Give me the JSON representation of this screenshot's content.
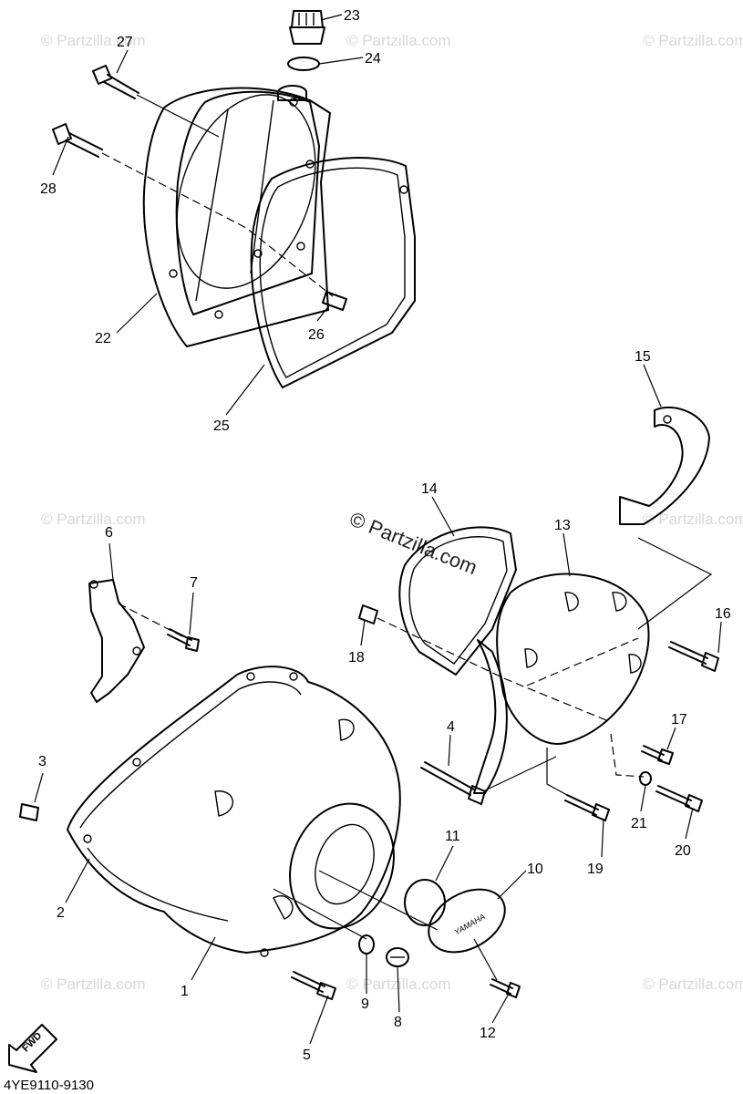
{
  "watermark": "© Partzilla.com",
  "diagram_code": "4YE9110-9130",
  "fwd_label": "FWD",
  "cover_brand": "YAMAHA",
  "callouts": {
    "c1": "1",
    "c2": "2",
    "c3": "3",
    "c4": "4",
    "c5": "5",
    "c6": "6",
    "c7": "7",
    "c8": "8",
    "c9": "9",
    "c10": "10",
    "c11": "11",
    "c12": "12",
    "c13": "13",
    "c14": "14",
    "c15": "15",
    "c16": "16",
    "c17": "17",
    "c18": "18",
    "c19": "19",
    "c20": "20",
    "c21": "21",
    "c22": "22",
    "c23": "23",
    "c24": "24",
    "c25": "25",
    "c26": "26",
    "c27": "27",
    "c28": "28"
  }
}
